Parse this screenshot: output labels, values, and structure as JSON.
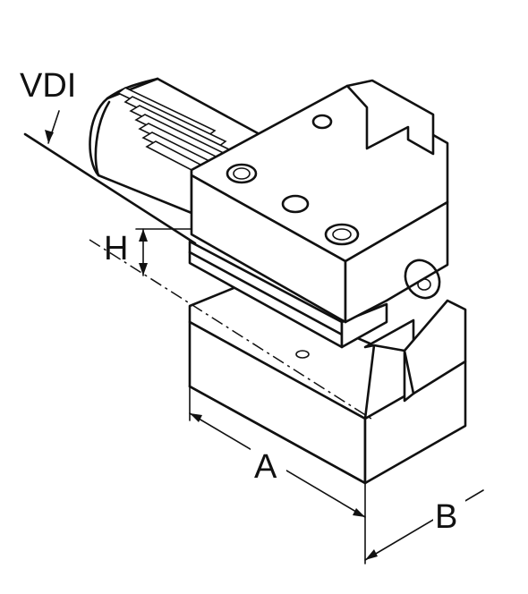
{
  "labels": {
    "vdi": "VDI",
    "h": "H",
    "a": "A",
    "b": "B"
  },
  "colors": {
    "line": "#111111",
    "background": "#ffffff"
  }
}
